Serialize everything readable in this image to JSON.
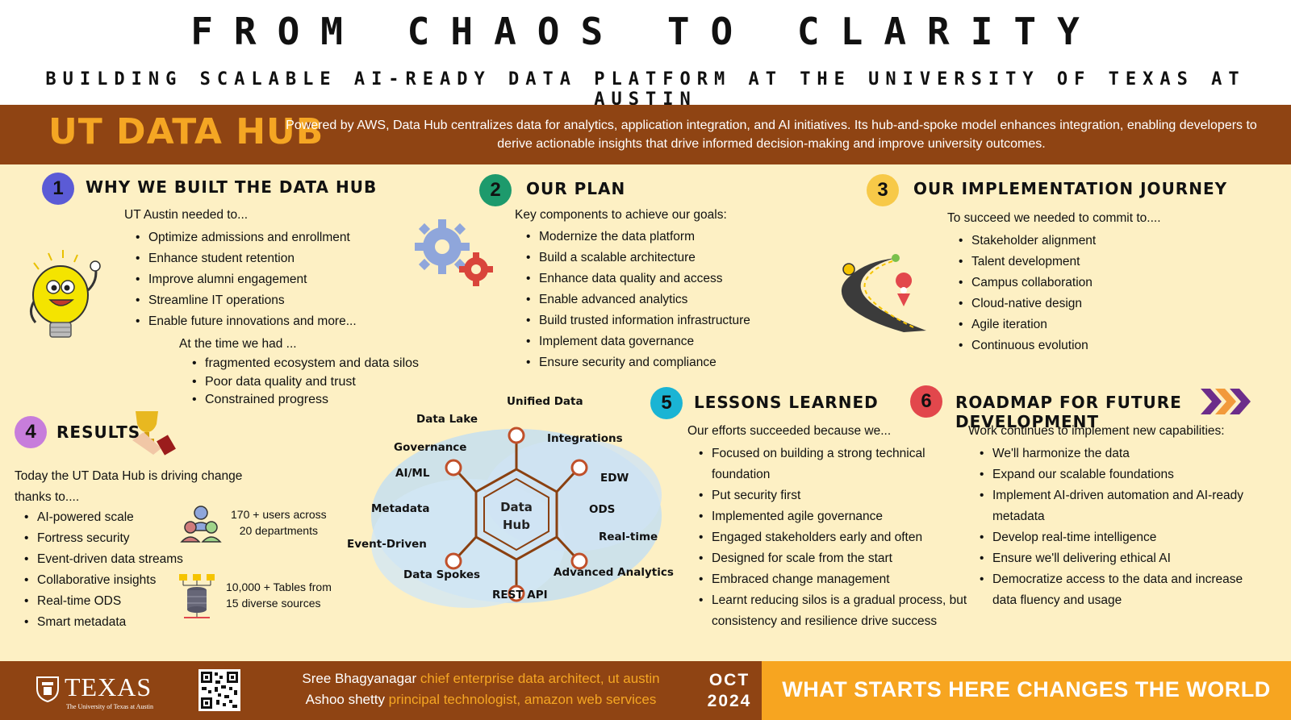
{
  "header": {
    "title": "FROM CHAOS TO CLARITY",
    "subtitle": "BUILDING SCALABLE AI-READY DATA PLATFORM AT THE UNIVERSITY OF TEXAS AT AUSTIN"
  },
  "banner": {
    "title": "UT DATA HUB",
    "description": "Powered by AWS, Data Hub centralizes data for analytics, application integration, and AI initiatives. Its hub-and-spoke model enhances integration, enabling developers to derive actionable insights that drive informed decision-making and improve university outcomes."
  },
  "sections": {
    "why": {
      "number": "1",
      "title": "WHY WE BUILT THE DATA HUB",
      "intro": "UT Austin needed to...",
      "items": [
        "Optimize admissions and enrollment",
        "Enhance student retention",
        "Improve alumni engagement",
        "Streamline IT operations",
        "Enable future innovations and more..."
      ],
      "intro2": "At the time we had ...",
      "items2": [
        "fragmented ecosystem and data silos",
        "Poor data quality and trust",
        "Constrained progress"
      ]
    },
    "plan": {
      "number": "2",
      "title": "OUR PLAN",
      "intro": "Key components to achieve our goals:",
      "items": [
        "Modernize the data platform",
        "Build a scalable architecture",
        "Enhance data quality and access",
        "Enable advanced analytics",
        "Build trusted information infrastructure",
        "Implement data governance",
        "Ensure security and compliance"
      ]
    },
    "journey": {
      "number": "3",
      "title": "OUR IMPLEMENTATION JOURNEY",
      "intro": "To succeed we needed to commit to....",
      "items": [
        "Stakeholder alignment",
        "Talent development",
        "Campus collaboration",
        "Cloud-native design",
        "Agile iteration",
        "Continuous evolution"
      ]
    },
    "results": {
      "number": "4",
      "title": "RESULTS",
      "intro_line1": "Today the UT Data Hub is driving change",
      "intro_line2": "thanks to....",
      "items": [
        "AI-powered scale",
        "Fortress security",
        "Event-driven data streams",
        "Collaborative insights",
        "Real-time ODS",
        "Smart metadata"
      ],
      "stat1_line1": "170 + users across",
      "stat1_line2": "20 departments",
      "stat2_line1": "10,000 +  Tables from",
      "stat2_line2": "15 diverse sources"
    },
    "lessons": {
      "number": "5",
      "title": "LESSONS LEARNED",
      "intro": "Our efforts succeeded because we...",
      "items": [
        "Focused on building a strong technical foundation",
        "Put security first",
        "Implemented agile governance",
        "Engaged stakeholders early and often",
        "Designed for scale from the start",
        "Embraced change management",
        "Learnt reducing silos is a gradual process, but consistency and resilience drive success"
      ]
    },
    "roadmap": {
      "number": "6",
      "title": "ROADMAP FOR FUTURE DEVELOPMENT",
      "intro": "Work continues to implement new capabilities:",
      "items": [
        "We'll harmonize the data",
        "Expand our scalable foundations",
        "Implement AI-driven automation and AI-ready metadata",
        "Develop real-time intelligence",
        "Ensure we'll delivering ethical AI",
        "Democratize access to the data and increase data fluency and usage"
      ]
    }
  },
  "hub_diagram": {
    "center_line1": "Data",
    "center_line2": "Hub",
    "labels": {
      "unified": "Unified Data",
      "lake": "Data Lake",
      "integrations": "Integrations",
      "governance": "Governance",
      "aiml": "AI/ML",
      "edw": "EDW",
      "metadata": "Metadata",
      "ods": "ODS",
      "realtime": "Real-time",
      "event": "Event-Driven",
      "spokes": "Data Spokes",
      "analytics": "Advanced Analytics",
      "rest": "REST API"
    }
  },
  "footer": {
    "logo_text": "TEXAS",
    "logo_sub": "The University of Texas at Austin",
    "author1_name": "Sree Bhagyanagar",
    "author1_role": "chief enterprise data architect, ut austin",
    "author2_name": "Ashoo shetty",
    "author2_role": "principal technologist, amazon web services",
    "date_month": "OCT",
    "date_year": "2024",
    "slogan": "WHAT STARTS HERE CHANGES THE WORLD"
  },
  "colors": {
    "brown": "#8f4413",
    "orange": "#f7a520",
    "cream": "#fdf0c4",
    "sec1": "#5b5bd6",
    "sec2": "#1d9a6c",
    "sec3": "#f7c948",
    "sec4": "#c77ddb",
    "sec5": "#1ab4d4",
    "sec6": "#e2474c"
  }
}
